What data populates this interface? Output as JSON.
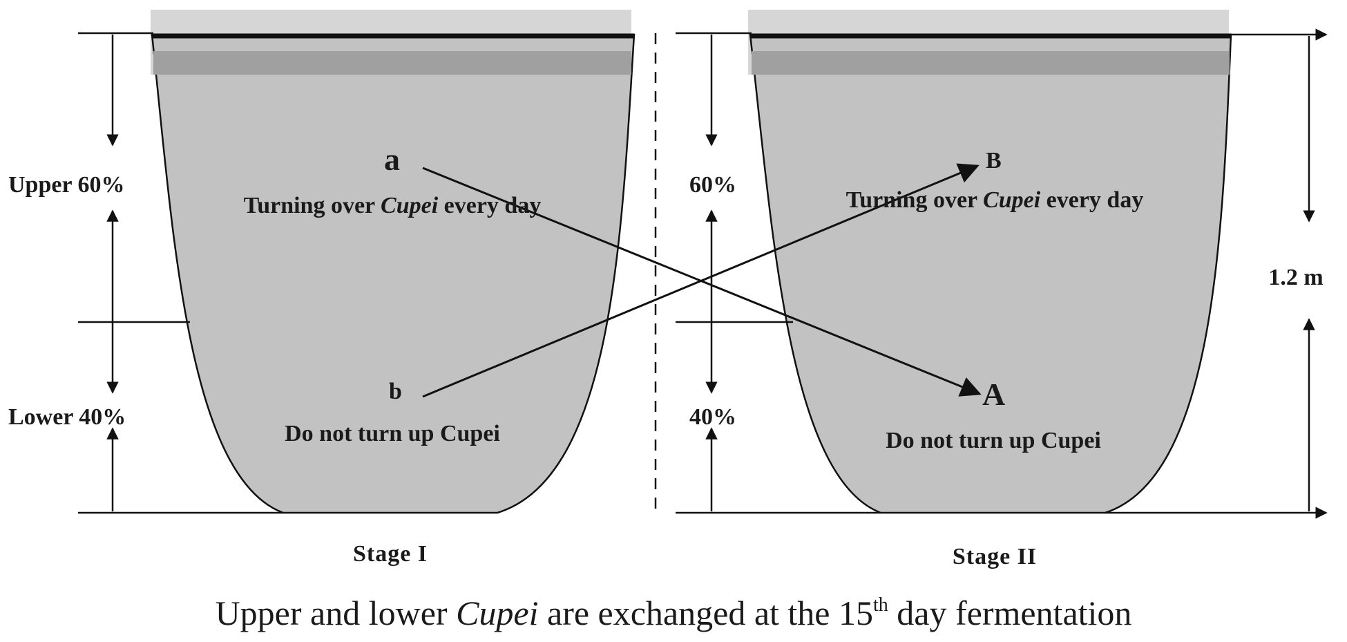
{
  "colors": {
    "fill": "#c2c2c2",
    "band_dark": "#a0a0a0",
    "band_light": "#d6d6d6",
    "ink": "#111111"
  },
  "left": {
    "upper_label": "Upper 60%",
    "lower_label": "Lower 40%",
    "upper_point": "a",
    "lower_point": "b",
    "upper_text_pre": "Turning over ",
    "upper_text_italic": "Cupei",
    "upper_text_post": " every day",
    "lower_text": "Do not turn up Cupei",
    "stage_label": "Stage I"
  },
  "right": {
    "upper_label": "60%",
    "lower_label": "40%",
    "upper_point": "B",
    "lower_point": "A",
    "upper_text_pre": "Turning over ",
    "upper_text_italic": "Cupei",
    "upper_text_post": " every day",
    "lower_text": "Do not turn up Cupei",
    "stage_label": "Stage II",
    "height_label": "1.2 m"
  },
  "caption": {
    "pre": "Upper and lower ",
    "italic": "Cupei",
    "mid": " are exchanged at the 15",
    "sup": "th",
    "post": " day fermentation"
  }
}
